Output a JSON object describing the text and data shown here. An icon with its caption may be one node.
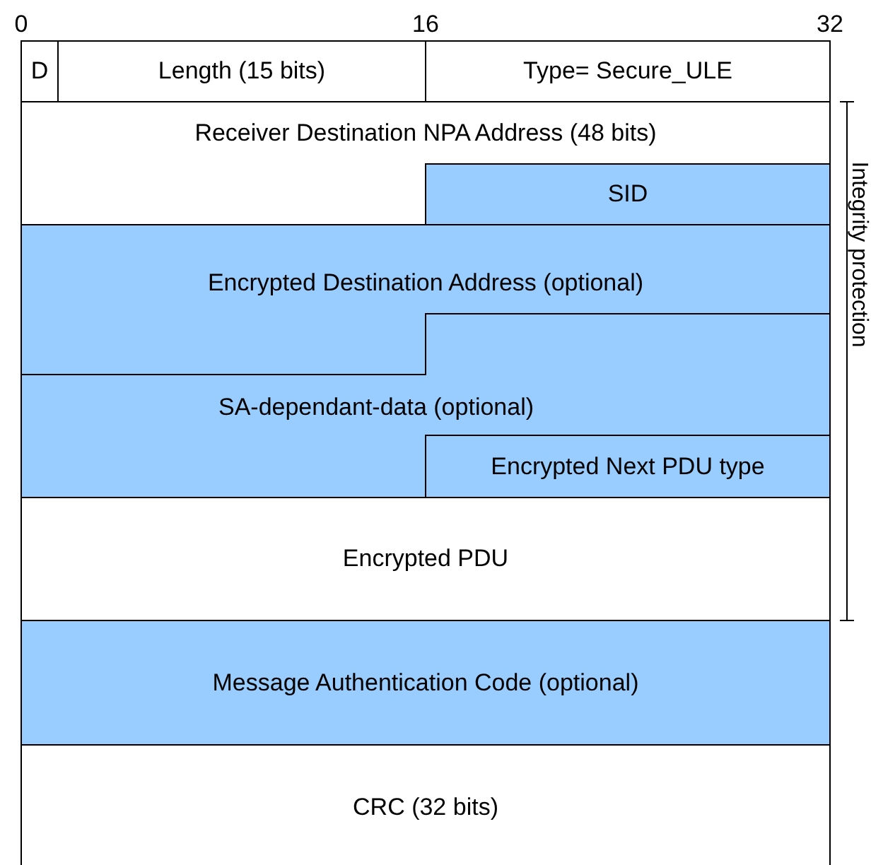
{
  "diagram": {
    "nodes": [
      {
        "text": [
          "D"
        ]
      },
      {
        "text": [
          "Length (15 bits)"
        ]
      },
      {
        "text": [
          "Type= Secure_ULE"
        ]
      },
      {
        "text": [
          "Receiver Destination NPA Address (48 bits)"
        ]
      },
      {
        "text": [
          "SID"
        ]
      },
      {
        "text": [
          "Encrypted Destination Address (optional)"
        ]
      },
      {
        "text": [
          "SA-dependant-data (optional)"
        ]
      },
      {
        "text": [
          "Encrypted Next PDU type"
        ]
      },
      {
        "text": [
          "Encrypted PDU"
        ]
      },
      {
        "text": [
          "Message Authentication Code (optional)"
        ]
      },
      {
        "text": [
          "CRC (32 bits)"
        ]
      }
    ],
    "edges": [],
    "labels": [
      "0",
      "16",
      "32",
      "Integrity protection"
    ]
  }
}
